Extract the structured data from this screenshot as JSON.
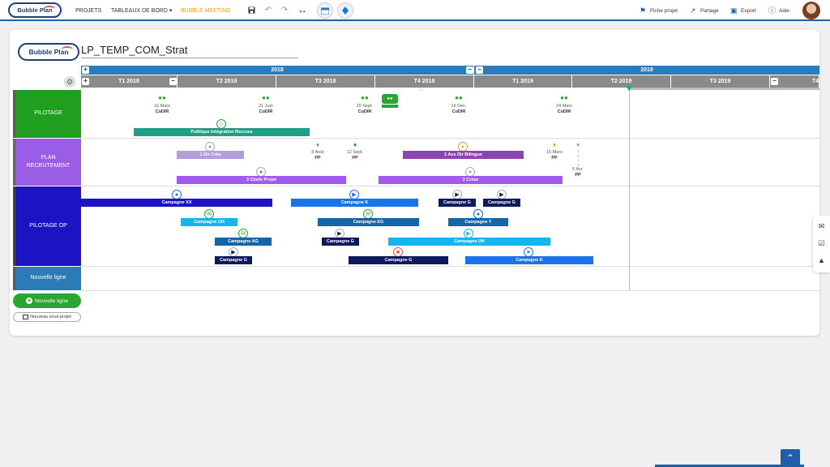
{
  "app": {
    "logo": "Bubble Plan",
    "nav": [
      {
        "label": "PROJETS"
      },
      {
        "label": "TABLEAUX DE BORD ▾"
      },
      {
        "label": "BUBBLE MEETING"
      }
    ],
    "toolbar_icons": [
      "save-icon",
      "undo-icon",
      "redo-icon",
      "expand-horizontal-icon",
      "calendar-icon",
      "milestone-diamond-icon"
    ],
    "right_menu": [
      {
        "label": "Fiche projet",
        "icon": "flag-icon"
      },
      {
        "label": "Partage",
        "icon": "share-icon"
      },
      {
        "label": "Export",
        "icon": "export-icon"
      },
      {
        "label": "Aide",
        "icon": "help-icon"
      }
    ]
  },
  "project": {
    "title": "LP_TEMP_COM_Strat",
    "logo": "Bubble Plan"
  },
  "timeline": {
    "years": [
      "2018",
      "2019"
    ],
    "quarters": [
      "T1 2018",
      "T2 2018",
      "T3 2018",
      "T4 2018",
      "T1 2019",
      "T2 2019",
      "T3 2019",
      "T4"
    ],
    "year_buttons": [
      "+",
      "−",
      "−"
    ],
    "quarter_buttons": [
      "+",
      "−",
      "−"
    ]
  },
  "rows": [
    {
      "label": "PILOTAGE",
      "color": "#1f9e1f"
    },
    {
      "label": "PLAN RECRUTEMENT",
      "color": "#9b5de5"
    },
    {
      "label": "PILOTAGE OP",
      "color": "#1a14c4"
    },
    {
      "label": "Nouvelle ligne",
      "color": "#2b7bb9"
    }
  ],
  "pilotage_milestones": [
    {
      "date": "16 Mars",
      "label": "CoDIR"
    },
    {
      "date": "21 Juin",
      "label": "CoDIR"
    },
    {
      "date": "20 Sept.",
      "label": "CoDIR"
    },
    {
      "date": "16 Déc.",
      "label": "CoDIR"
    },
    {
      "date": "24 Mars",
      "label": "CoDIR"
    }
  ],
  "pilotage_bars": [
    {
      "label": "Politique Intégration Recrues",
      "color": "#1e9e85"
    }
  ],
  "recrutement_milestones": [
    {
      "date": "8 Août",
      "label": "PP",
      "color": "#888888"
    },
    {
      "date": "12 Sept.",
      "label": "PP",
      "color": "#1f9e1f"
    },
    {
      "date": "15 Mars",
      "label": "PP",
      "color": "#f39c12"
    },
    {
      "date": "6 Avr.",
      "label": "PP",
      "color": "#9b8ff0"
    }
  ],
  "recrutement_bars": [
    {
      "label": "1 Dir Créa",
      "color": "#b39ddb"
    },
    {
      "label": "1 Ass Dir Bilingue",
      "color": "#8e44ad"
    },
    {
      "label": "3 Chefs Projet",
      "color": "#a259f0"
    },
    {
      "label": "3 Créas",
      "color": "#a259f0"
    }
  ],
  "op_bars": [
    {
      "label": "Campagne XX",
      "color": "#1a14c4",
      "icon": "user-icon"
    },
    {
      "label": "Campagne K",
      "color": "#1a73e8",
      "icon": "megaphone-icon"
    },
    {
      "label": "Campagne G",
      "color": "#0d1a5c",
      "icon": "megaphone-icon"
    },
    {
      "label": "Campagne G",
      "color": "#0d1a5c",
      "icon": "megaphone-icon"
    },
    {
      "label": "Campagne UH",
      "color": "#15b6f0",
      "icon": "mail-icon"
    },
    {
      "label": "Campagne EG",
      "color": "#1565a8",
      "icon": "mail-icon"
    },
    {
      "label": "Campagne Y",
      "color": "#1565a8",
      "icon": "user-icon"
    },
    {
      "label": "Campagne AG",
      "color": "#1565a8",
      "icon": "mail-icon"
    },
    {
      "label": "Campagne G",
      "color": "#0d1a5c",
      "icon": "megaphone-icon"
    },
    {
      "label": "Campagne UH",
      "color": "#15b6f0",
      "icon": "megaphone-icon"
    },
    {
      "label": "Campagne G",
      "color": "#0d1a5c",
      "icon": "megaphone-icon"
    },
    {
      "label": "Campagne G",
      "color": "#0d1a5c",
      "icon": "lock-icon"
    },
    {
      "label": "Campagne K",
      "color": "#1a73e8",
      "icon": "send-icon"
    }
  ],
  "buttons": {
    "new_line": "Nouvelle ligne",
    "new_subproject": "Nouveau sous-projet"
  },
  "side_panel": [
    "comments-icon",
    "checkbox-icon",
    "bell-icon"
  ]
}
